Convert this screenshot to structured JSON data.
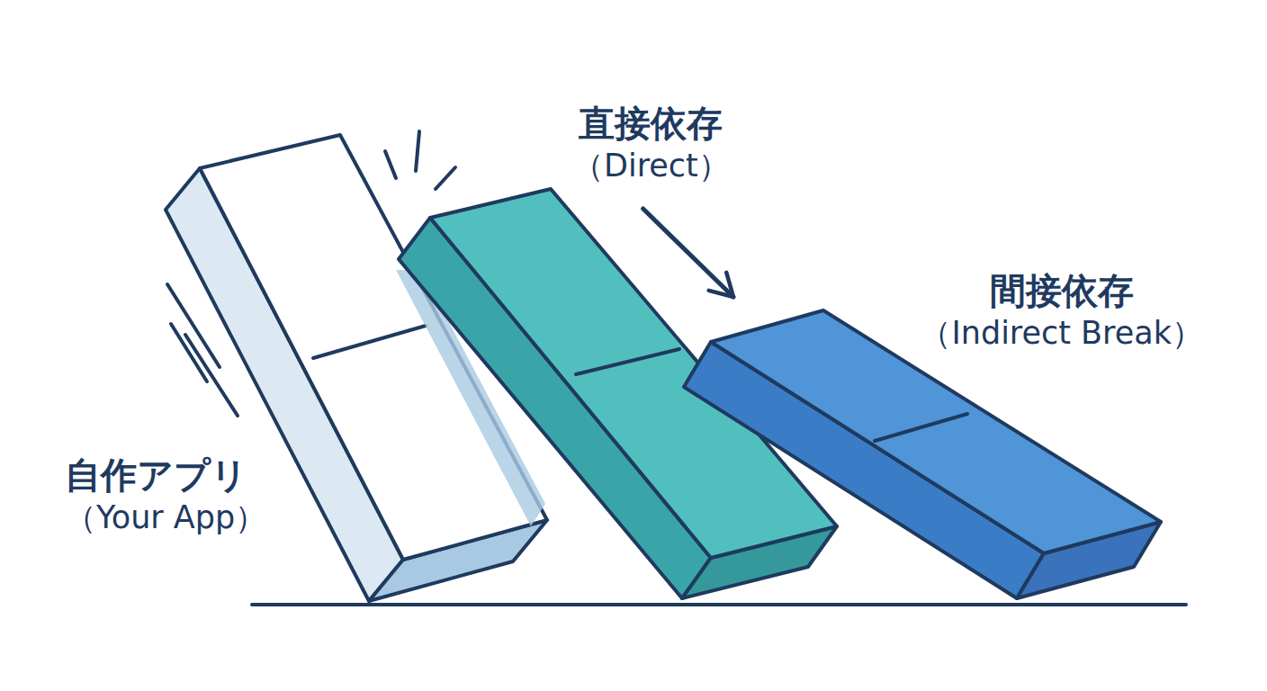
{
  "diagram": {
    "nodes": [
      {
        "text": [
          "自作アプリ",
          "（Your App）"
        ]
      },
      {
        "text": [
          "直接依存",
          "（Direct）"
        ]
      },
      {
        "text": [
          "間接依存",
          "（Indirect Break）"
        ]
      }
    ],
    "edges": [
      {
        "from": 1,
        "to": 2,
        "arrow": "to"
      }
    ]
  }
}
